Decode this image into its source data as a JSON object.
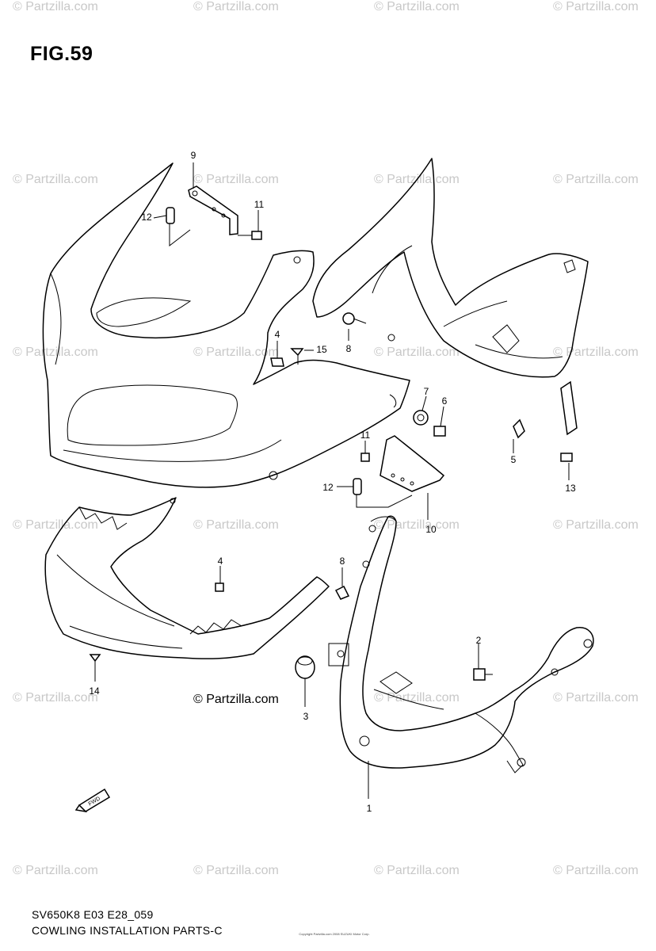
{
  "watermark_text": "© Partzilla.com",
  "figure_title": "FIG.59",
  "copyright_text": "© Partzilla.com",
  "code_line": "SV650K8 E03 E28_059",
  "caption": "COWLING INSTALLATION PARTS-C",
  "fine_print": "Copyright\nPartzilla.com 2008 SUZUKI Motor Corp.",
  "fwd_badge": "FWD",
  "callouts": [
    {
      "id": "c1",
      "label": "1"
    },
    {
      "id": "c2",
      "label": "2"
    },
    {
      "id": "c3",
      "label": "3"
    },
    {
      "id": "c4a",
      "label": "4"
    },
    {
      "id": "c4b",
      "label": "4"
    },
    {
      "id": "c5",
      "label": "5"
    },
    {
      "id": "c6",
      "label": "6"
    },
    {
      "id": "c7",
      "label": "7"
    },
    {
      "id": "c8a",
      "label": "8"
    },
    {
      "id": "c8b",
      "label": "8"
    },
    {
      "id": "c9",
      "label": "9"
    },
    {
      "id": "c10",
      "label": "10"
    },
    {
      "id": "c11a",
      "label": "11"
    },
    {
      "id": "c11b",
      "label": "11"
    },
    {
      "id": "c12a",
      "label": "12"
    },
    {
      "id": "c12b",
      "label": "12"
    },
    {
      "id": "c13",
      "label": "13"
    },
    {
      "id": "c14",
      "label": "14"
    },
    {
      "id": "c15",
      "label": "15"
    }
  ]
}
